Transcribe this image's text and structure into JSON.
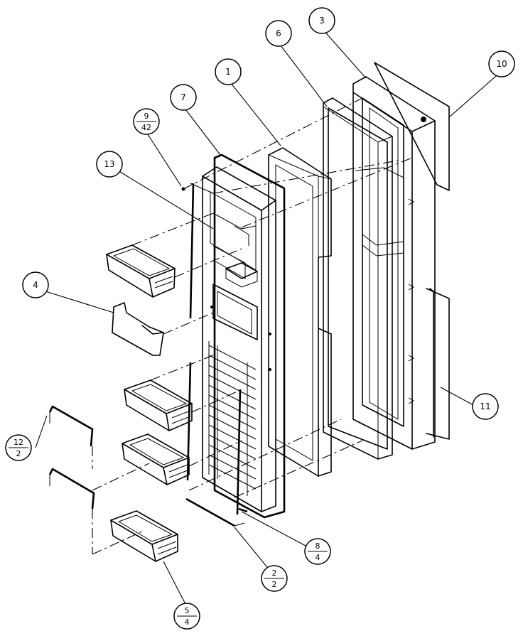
{
  "labels": {
    "part_1": "1",
    "part_3": "3",
    "part_4": "4",
    "part_6": "6",
    "part_7": "7",
    "part_10": "10",
    "part_11": "11",
    "part_13": "13",
    "part_9_42": {
      "num": "9",
      "den": "42"
    },
    "part_12_2": {
      "num": "12",
      "den": "2"
    },
    "part_8_4": {
      "num": "8",
      "den": "4"
    },
    "part_2_2": {
      "num": "2",
      "den": "2"
    },
    "part_5_4": {
      "num": "5",
      "den": "4"
    }
  }
}
